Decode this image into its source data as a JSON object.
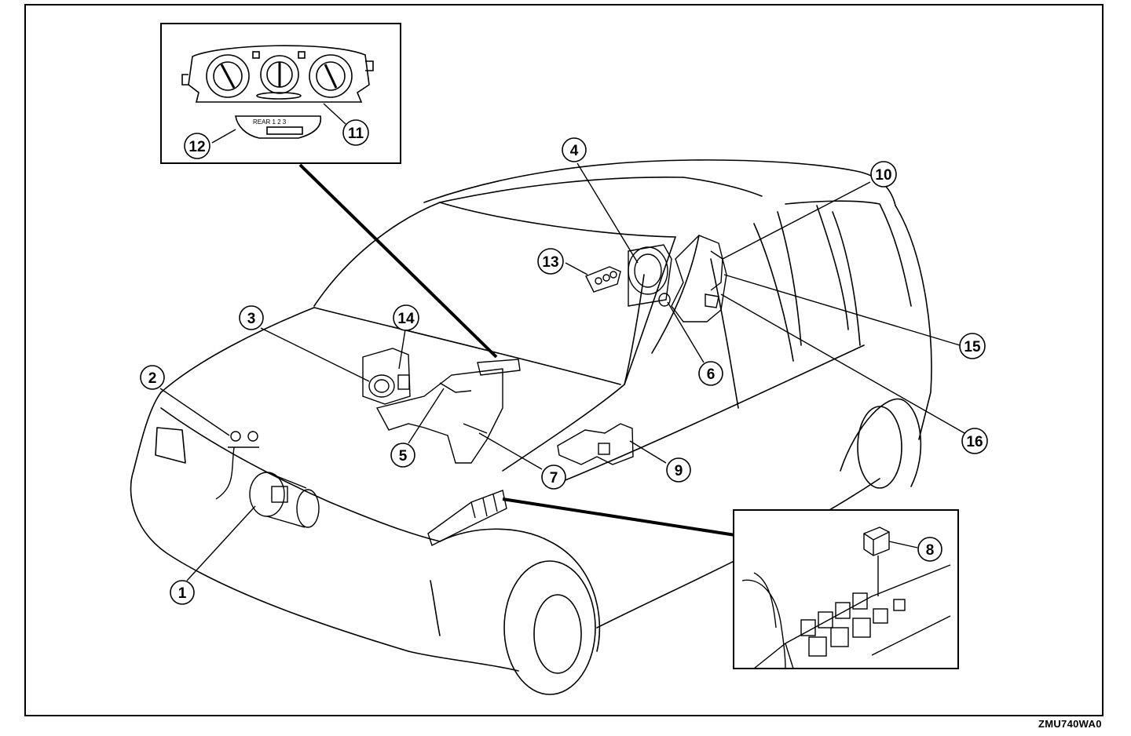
{
  "figure_code": "ZMU740WA0",
  "callouts": [
    {
      "id": "1",
      "label": "1"
    },
    {
      "id": "2",
      "label": "2"
    },
    {
      "id": "3",
      "label": "3"
    },
    {
      "id": "4",
      "label": "4"
    },
    {
      "id": "5",
      "label": "5"
    },
    {
      "id": "6",
      "label": "6"
    },
    {
      "id": "7",
      "label": "7"
    },
    {
      "id": "8",
      "label": "8"
    },
    {
      "id": "9",
      "label": "9"
    },
    {
      "id": "10",
      "label": "10"
    },
    {
      "id": "11",
      "label": "11"
    },
    {
      "id": "12",
      "label": "12"
    },
    {
      "id": "13",
      "label": "13"
    },
    {
      "id": "14",
      "label": "14"
    },
    {
      "id": "15",
      "label": "15"
    },
    {
      "id": "16",
      "label": "16"
    }
  ],
  "switch_panel_text": "REAR 1 2 3"
}
